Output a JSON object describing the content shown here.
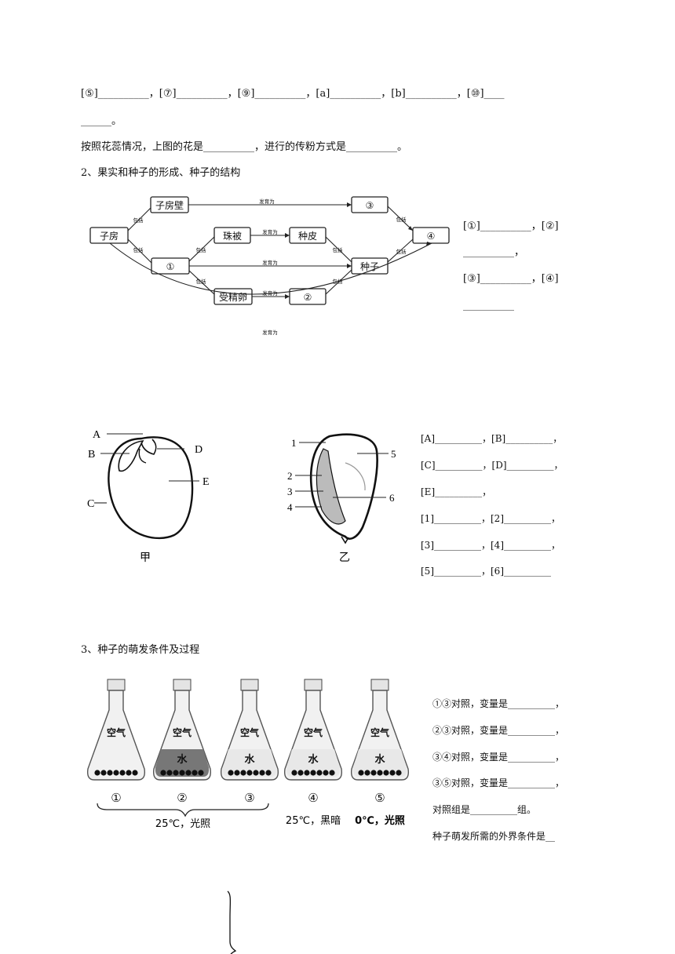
{
  "top_line1": "[⑤]__________，[⑦]__________，[⑨]__________，[a]__________，[b]__________，[⑩]____",
  "top_line2": "______。",
  "pollination_line": "按照花蕊情况，上图的花是__________，进行的传粉方式是__________。",
  "section2_title": "2、果实和种子的形成、种子的结构",
  "flow": {
    "ovary": "子房",
    "ovary_wall": "子房壁",
    "circle3": "③",
    "circle4": "④",
    "integument": "珠被",
    "seed_coat": "种皮",
    "circle1": "①",
    "seed": "种子",
    "zygote": "受精卵",
    "circle2": "②",
    "develops": "发育为",
    "includes": "包括"
  },
  "flow_blanks": {
    "line1": "[①]__________，[②]",
    "line2": "__________，",
    "line3": "[③]__________，[④]",
    "line4": "__________"
  },
  "seed_jia": {
    "labels": [
      "A",
      "B",
      "C",
      "D",
      "E"
    ],
    "caption": "甲"
  },
  "seed_yi": {
    "labels": [
      "1",
      "2",
      "3",
      "4",
      "5",
      "6"
    ],
    "caption": "乙"
  },
  "seed_blanks": [
    "[A]__________，[B]__________，",
    "[C]__________，[D]__________，",
    "[E]__________，",
    "[1]__________，[2]__________，",
    "[3]__________，[4]__________，",
    "[5]__________，[6]__________"
  ],
  "section3_title": "3、种子的萌发条件及过程",
  "flasks": [
    {
      "num": "①",
      "label_air": "空气",
      "label_water": ""
    },
    {
      "num": "②",
      "label_air": "空气",
      "label_water": "水"
    },
    {
      "num": "③",
      "label_air": "空气",
      "label_water": "水"
    },
    {
      "num": "④",
      "label_air": "空气",
      "label_water": "水"
    },
    {
      "num": "⑤",
      "label_air": "空气",
      "label_water": "水"
    }
  ],
  "flask_conditions": {
    "group123": "25℃，光照",
    "group4": "25℃，黑暗",
    "group5": "0℃，光照"
  },
  "germ_blanks": [
    "①③对照，变量是__________，",
    "②③对照，变量是__________，",
    "③④对照，变量是__________，",
    "③⑤对照，变量是__________，",
    "对照组是__________组。",
    "种子萌发所需的外界条件是__"
  ]
}
